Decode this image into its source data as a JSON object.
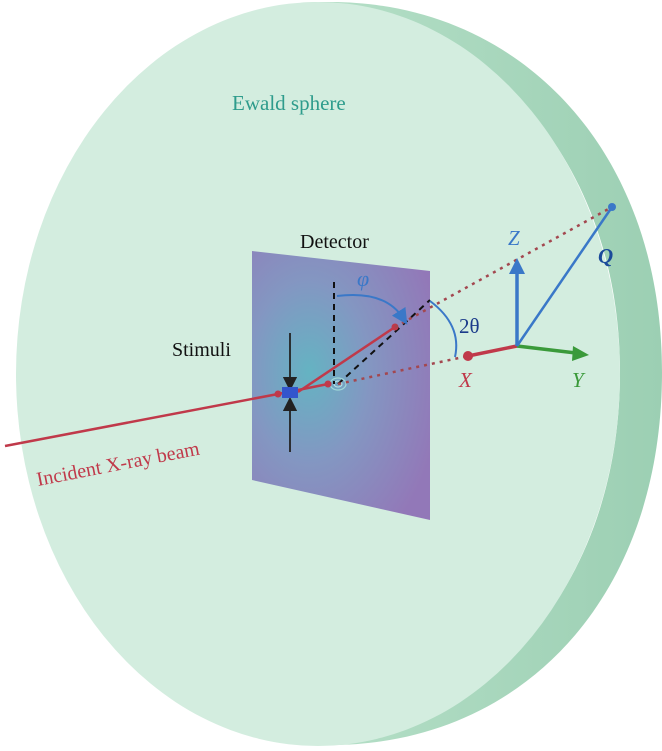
{
  "labels": {
    "sphere": "Ewald sphere",
    "detector": "Detector",
    "stimuli": "Stimuli",
    "beam": "Incident X-ray beam",
    "phi": "φ",
    "two_theta": "2θ",
    "axis_x": "X",
    "axis_y": "Y",
    "axis_z": "Z",
    "vector_q": "Q"
  },
  "colors": {
    "sphere_face": "#d3eddf",
    "sphere_rim": "#a3d4b8",
    "detector_edge": "#8b72b8",
    "detector_center": "#5fb0c0",
    "beam": "#c0394a",
    "x_axis": "#c0394a",
    "y_axis": "#3a9a3a",
    "z_axis": "#3a78c8",
    "q_vector": "#3a78c8",
    "sphere_label": "#2e9c8c",
    "stimulus": "#3355cc"
  }
}
